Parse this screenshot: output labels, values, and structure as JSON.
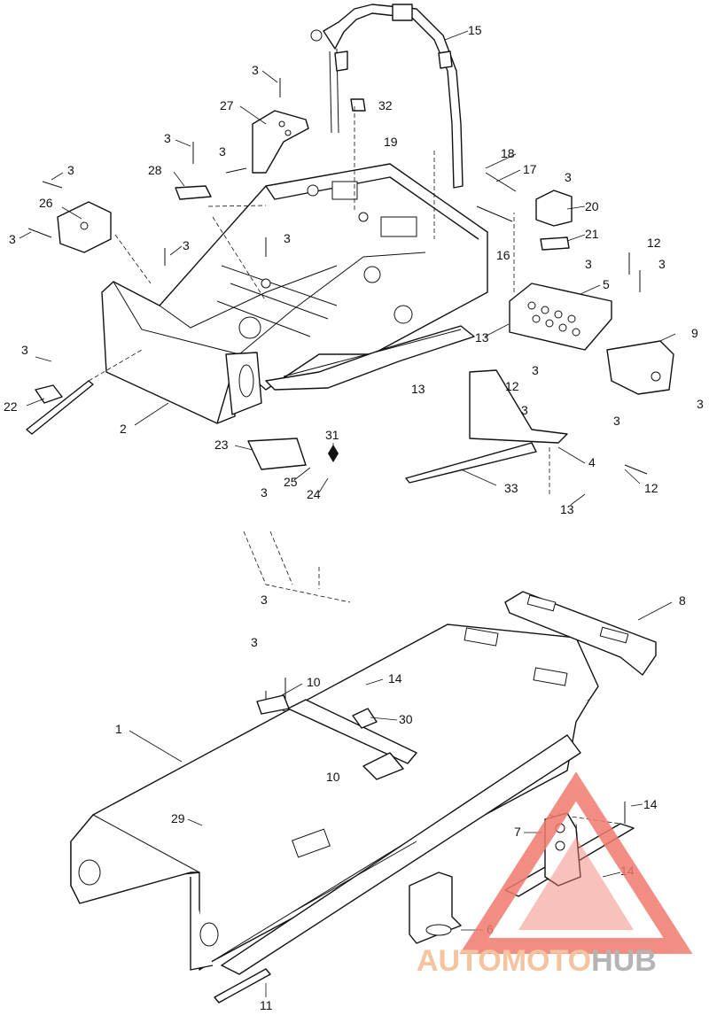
{
  "callouts": {
    "c1": "1",
    "c2": "2",
    "c3": "3",
    "c4": "4",
    "c5": "5",
    "c6": "6",
    "c7": "7",
    "c8": "8",
    "c9": "9",
    "c10": "10",
    "c11": "11",
    "c12": "12",
    "c13": "13",
    "c14": "14",
    "c15": "15",
    "c16": "16",
    "c17": "17",
    "c18": "18",
    "c19": "19",
    "c20": "20",
    "c21": "21",
    "c22": "22",
    "c23": "23",
    "c24": "24",
    "c25": "25",
    "c26": "26",
    "c27": "27",
    "c28": "28",
    "c29": "29",
    "c30": "30",
    "c31": "31",
    "c32": "32",
    "c33": "33"
  },
  "watermark": {
    "part1": "AUTO",
    "part2": "MOTO",
    "part3": "HUB",
    "logo_color": "#f07a6e",
    "text_color_auto": "#f5b98f",
    "text_color_hub": "#a8a8a8"
  }
}
